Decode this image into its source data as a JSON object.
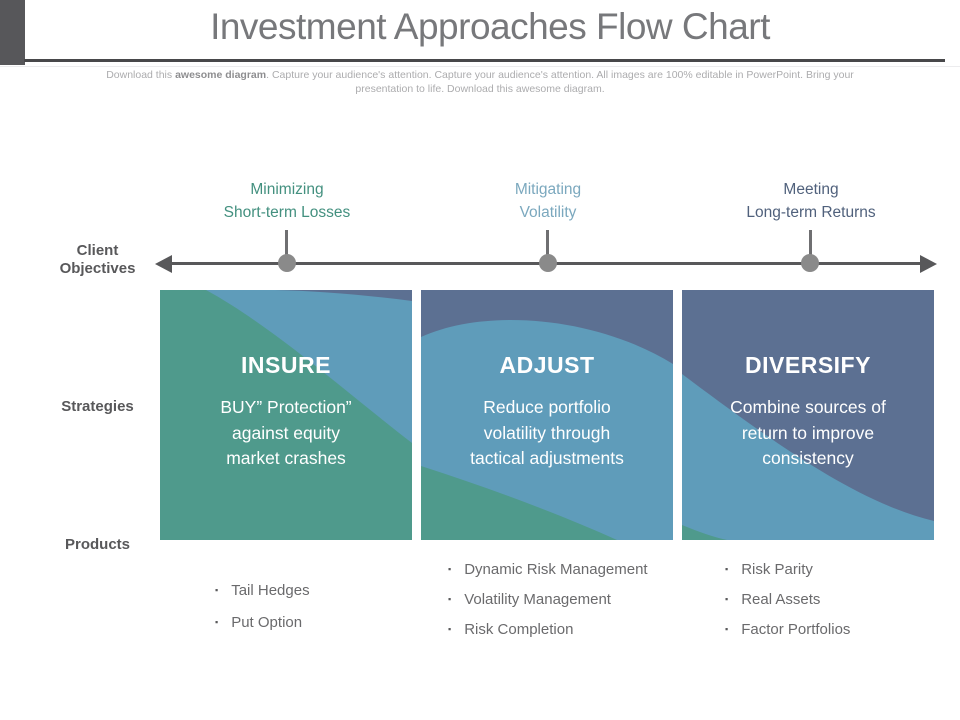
{
  "slide": {
    "title": "Investment Approaches Flow Chart",
    "subtitle": {
      "part1": "Download this ",
      "bold": "awesome diagram",
      "part2": ". Capture your audience's attention. Capture your audience's attention. All images are 100% editable in PowerPoint. Bring your presentation to life. Download this awesome diagram."
    }
  },
  "colors": {
    "teal": "#4F9A8C",
    "blue": "#5F9CBA",
    "slate": "#5C7092",
    "objective_teal": "#43907F",
    "objective_blue": "#7BA8BE",
    "objective_slate": "#50617C",
    "dark_gray": "#58585A",
    "dot_gray": "#8A8A8A"
  },
  "row_labels": {
    "client_objectives_line1": "Client",
    "client_objectives_line2": "Objectives",
    "strategies": "Strategies",
    "products": "Products"
  },
  "objectives": [
    {
      "line1": "Minimizing",
      "line2": "Short-term Losses",
      "color": "#43907F"
    },
    {
      "line1": "Mitigating",
      "line2": "Volatility",
      "color": "#7BA8BE"
    },
    {
      "line1": "Meeting",
      "line2": "Long-term Returns",
      "color": "#50617C"
    }
  ],
  "strategies": [
    {
      "title": "INSURE",
      "lines": [
        "BUY” Protection”",
        "against equity",
        "market crashes"
      ]
    },
    {
      "title": "ADJUST",
      "lines": [
        "Reduce portfolio",
        "volatility through",
        "tactical adjustments"
      ]
    },
    {
      "title": "DIVERSIFY",
      "lines": [
        "Combine sources of",
        "return to improve",
        "consistency"
      ]
    }
  ],
  "products": [
    {
      "items": [
        "Tail Hedges",
        "Put Option"
      ]
    },
    {
      "items": [
        "Dynamic Risk Management",
        "Volatility Management",
        "Risk Completion"
      ]
    },
    {
      "items": [
        "Risk Parity",
        "Real Assets",
        "Factor Portfolios"
      ]
    }
  ]
}
